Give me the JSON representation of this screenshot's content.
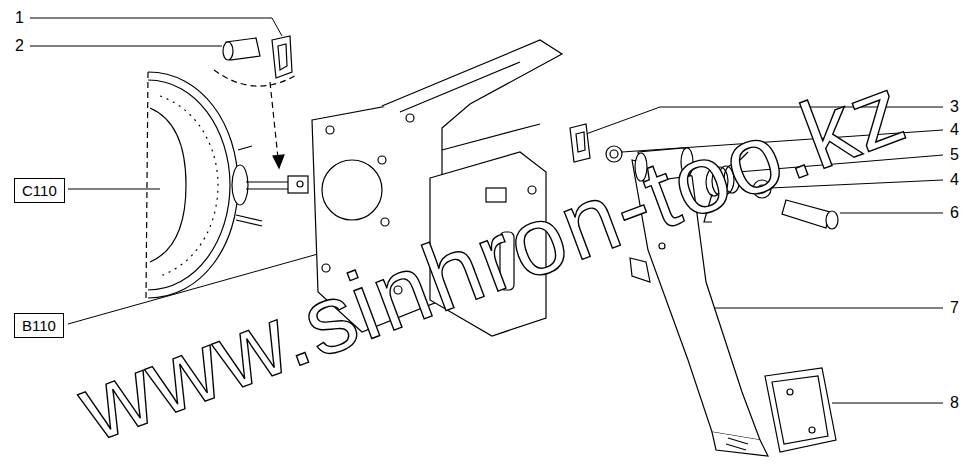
{
  "diagram": {
    "nodes": [
      {
        "text": [
          "C110"
        ]
      },
      {
        "text": [
          "B110"
        ]
      }
    ],
    "labels": [
      "1",
      "2",
      "3",
      "4",
      "5",
      "4",
      "6",
      "7",
      "8",
      "www.sinhron-too.kz"
    ]
  }
}
